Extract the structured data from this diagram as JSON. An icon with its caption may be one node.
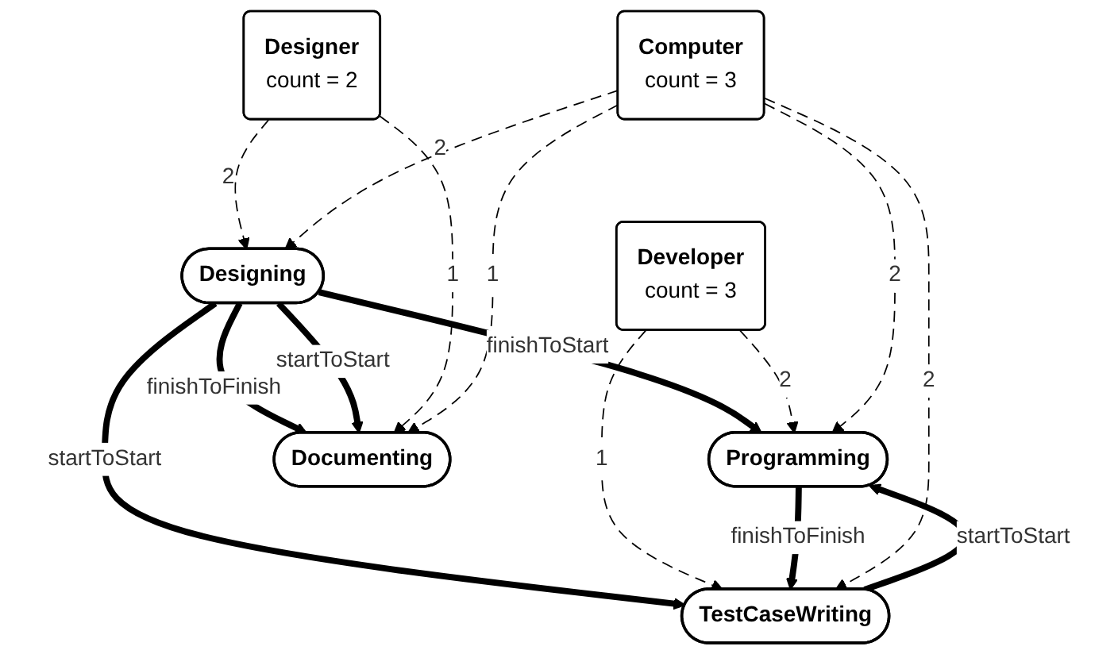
{
  "diagram": {
    "nodes": [
      {
        "text": [
          "Designer",
          "count = 2"
        ]
      },
      {
        "text": [
          "Developer",
          "count = 3"
        ]
      },
      {
        "text": [
          "Designing"
        ]
      },
      {
        "text": [
          "Programming"
        ]
      },
      {
        "text": [
          "TestCaseWriting"
        ]
      },
      {
        "text": [
          "Computer",
          "count = 3"
        ]
      },
      {
        "text": [
          "Documenting"
        ]
      }
    ],
    "edges": [
      {
        "from": 0,
        "to": 2,
        "arrow": "to",
        "label": "2",
        "style": "dashed"
      },
      {
        "from": 2,
        "to": 6,
        "arrow": "to",
        "label": "finishToFinish",
        "style": "thick"
      },
      {
        "from": 2,
        "to": 6,
        "arrow": "to",
        "label": "startToStart",
        "style": "thick"
      },
      {
        "from": 2,
        "to": 3,
        "arrow": "to",
        "label": "finishToStart",
        "style": "thick"
      },
      {
        "from": 2,
        "to": 4,
        "arrow": "to",
        "label": "startToStart",
        "style": "thick"
      },
      {
        "from": 1,
        "to": 3,
        "arrow": "to",
        "label": "2",
        "style": "dashed"
      },
      {
        "from": 1,
        "to": 4,
        "arrow": "to",
        "label": "1",
        "style": "dashed"
      },
      {
        "from": 5,
        "to": 2,
        "arrow": "to",
        "label": "2",
        "style": "dashed"
      },
      {
        "from": 0,
        "to": 6,
        "arrow": "to",
        "label": "1",
        "style": "dashed"
      },
      {
        "from": 4,
        "to": 3,
        "arrow": "to",
        "label": "startToStart",
        "style": "thick"
      },
      {
        "from": 3,
        "to": 4,
        "arrow": "to",
        "label": "finishToFinish",
        "style": "thick"
      },
      {
        "from": 5,
        "to": 4,
        "arrow": "to",
        "label": "2",
        "style": "dashed"
      },
      {
        "from": 5,
        "to": 3,
        "arrow": "to",
        "label": "2",
        "style": "dashed"
      },
      {
        "from": 5,
        "to": 6,
        "arrow": "to",
        "label": "1",
        "style": "dashed"
      }
    ]
  }
}
